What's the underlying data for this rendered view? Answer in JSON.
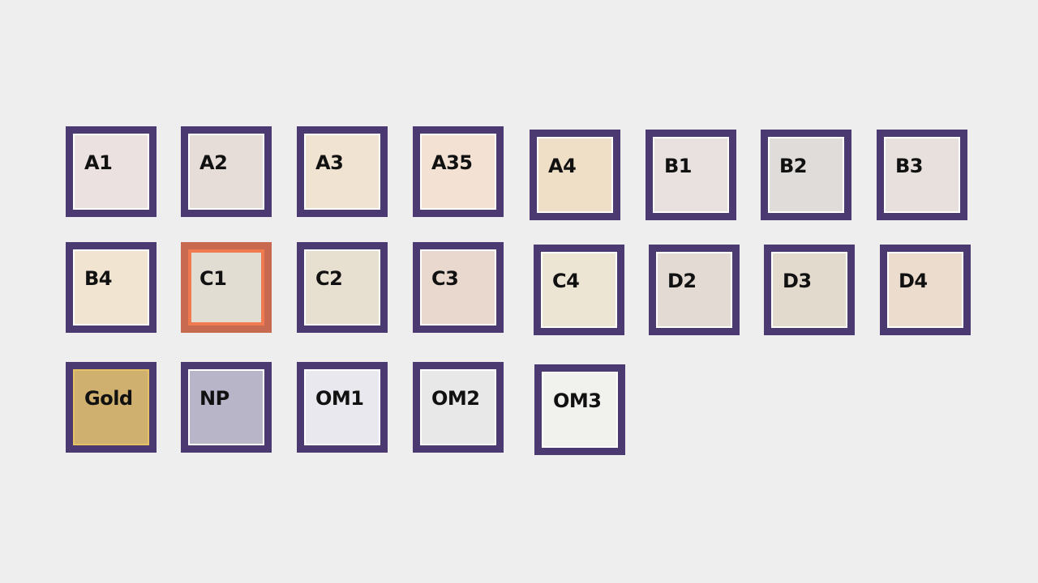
{
  "swatches": [
    {
      "id": "A1",
      "label": "A1",
      "color": "#ebe1e1"
    },
    {
      "id": "A2",
      "label": "A2",
      "color": "#e6dcd8"
    },
    {
      "id": "A3",
      "label": "A3",
      "color": "#f0e3d1"
    },
    {
      "id": "A35",
      "label": "A35",
      "color": "#f3e2d3"
    },
    {
      "id": "A4",
      "label": "A4",
      "color": "#efdfc6"
    },
    {
      "id": "B1",
      "label": "B1",
      "color": "#e9e0e0"
    },
    {
      "id": "B2",
      "label": "B2",
      "color": "#e0dcda"
    },
    {
      "id": "B3",
      "label": "B3",
      "color": "#e8e0dc"
    },
    {
      "id": "B4",
      "label": "B4",
      "color": "#f1e4d1"
    },
    {
      "id": "C1",
      "label": "C1",
      "color": "#e1ddd3",
      "selected": true
    },
    {
      "id": "C2",
      "label": "C2",
      "color": "#e7dfd0"
    },
    {
      "id": "C3",
      "label": "C3",
      "color": "#e9d8cd"
    },
    {
      "id": "C4",
      "label": "C4",
      "color": "#ede5d4"
    },
    {
      "id": "D2",
      "label": "D2",
      "color": "#e2dad3"
    },
    {
      "id": "D3",
      "label": "D3",
      "color": "#e2dacd"
    },
    {
      "id": "D4",
      "label": "D4",
      "color": "#ecdccd"
    },
    {
      "id": "Gold",
      "label": "Gold",
      "color": "#cfb06f"
    },
    {
      "id": "NP",
      "label": "NP",
      "color": "#b8b5c8"
    },
    {
      "id": "OM1",
      "label": "OM1",
      "color": "#e8e8ee"
    },
    {
      "id": "OM2",
      "label": "OM2",
      "color": "#e8e8e8"
    },
    {
      "id": "OM3",
      "label": "OM3",
      "color": "#f1f1ee"
    }
  ],
  "colors": {
    "frame": "#4b3a72",
    "selected_frame": "#c86a50",
    "background": "#eeeeee"
  }
}
